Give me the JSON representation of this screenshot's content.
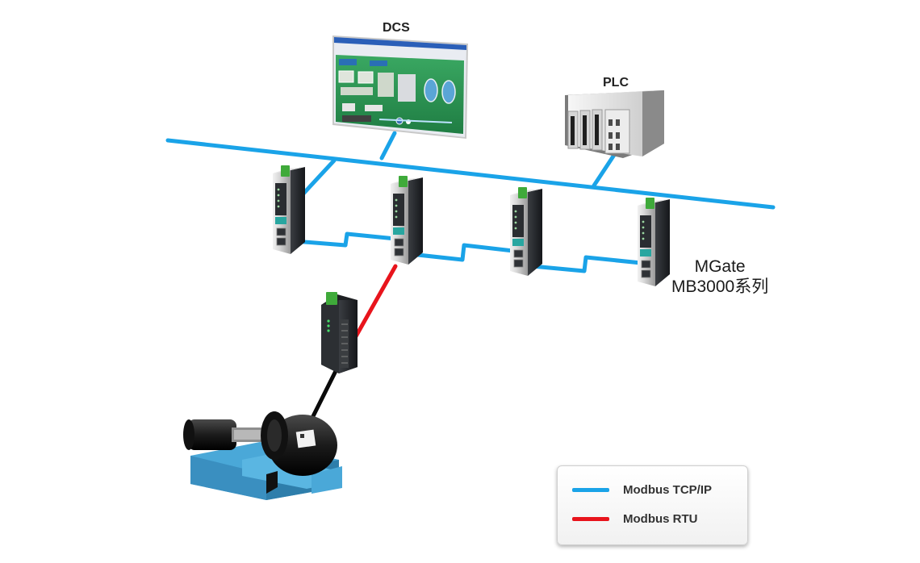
{
  "labels": {
    "dcs": "DCS",
    "plc": "PLC",
    "mgate_line1": "MGate",
    "mgate_line2": "MB3000系列"
  },
  "legend": {
    "items": [
      {
        "label": "Modbus TCP/IP",
        "color": "#1aa3e8"
      },
      {
        "label": "Modbus RTU",
        "color": "#e8141c"
      }
    ]
  },
  "colors": {
    "ethernet": "#1aa3e8",
    "serial_rtu": "#e8141c",
    "serial_cable": "#0a0a0a",
    "screen_green": "#2f9a55",
    "device_body": "#2a2d31",
    "terminal_green": "#3faa3a",
    "motor_base": "#4aa8d8"
  },
  "icons": {
    "dcs": "dcs-workstation-icon",
    "plc": "plc-rack-icon",
    "gateway": "mgate-gateway-icon",
    "io": "remote-io-module-icon",
    "motor": "motor-icon"
  }
}
